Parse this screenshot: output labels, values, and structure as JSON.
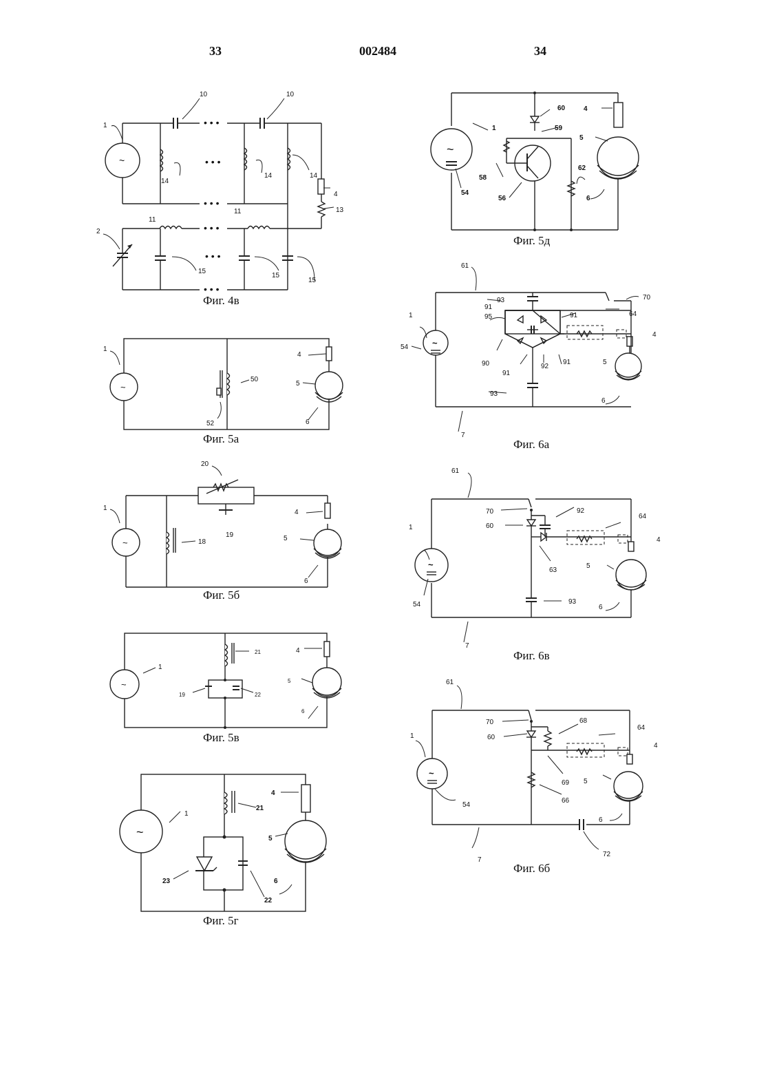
{
  "header": {
    "page_left": "33",
    "doc_number": "002484",
    "page_right": "34"
  },
  "figures": {
    "fig4v": {
      "caption": "Фиг. 4в",
      "labels": {
        "l1": "1",
        "l2": "2",
        "l10": "10",
        "l11": "11",
        "l13": "13",
        "l14": "14",
        "l15": "15",
        "l4": "4"
      }
    },
    "fig5a": {
      "caption": "Фиг. 5а",
      "labels": {
        "l1": "1",
        "l4": "4",
        "l5": "5",
        "l6": "6",
        "l50": "50",
        "l52": "52"
      }
    },
    "fig5b": {
      "caption": "Фиг. 5б",
      "labels": {
        "l1": "1",
        "l4": "4",
        "l5": "5",
        "l6": "6",
        "l18": "18",
        "l19": "19",
        "l20": "20"
      }
    },
    "fig5v": {
      "caption": "Фиг. 5в",
      "labels": {
        "l1": "1",
        "l4": "4",
        "l5": "5",
        "l6": "6",
        "l19": "19",
        "l21": "21",
        "l22": "22"
      }
    },
    "fig5g": {
      "caption": "Фиг. 5г",
      "labels": {
        "l1": "1",
        "l4": "4",
        "l5": "5",
        "l6": "6",
        "l21": "21",
        "l22": "22",
        "l23": "23"
      }
    },
    "fig5d": {
      "caption": "Фиг. 5д",
      "labels": {
        "l1": "1",
        "l4": "4",
        "l5": "5",
        "l6": "6",
        "l54": "54",
        "l56": "56",
        "l58": "58",
        "l59": "59",
        "l60": "60",
        "l62": "62"
      }
    },
    "fig6a": {
      "caption": "Фиг. 6а",
      "labels": {
        "l1": "1",
        "l4": "4",
        "l5": "5",
        "l6": "6",
        "l7": "7",
        "l54": "54",
        "l61": "61",
        "l64": "64",
        "l70": "70",
        "l90": "90",
        "l91": "91",
        "l92": "92",
        "l93": "93",
        "l95": "95"
      }
    },
    "fig6v": {
      "caption": "Фиг. 6в",
      "labels": {
        "l1": "1",
        "l4": "4",
        "l5": "5",
        "l6": "6",
        "l7": "7",
        "l54": "54",
        "l60": "60",
        "l61": "61",
        "l63": "63",
        "l64": "64",
        "l70": "70",
        "l92": "92",
        "l93": "93"
      }
    },
    "fig6b": {
      "caption": "Фиг. 6б",
      "labels": {
        "l1": "1",
        "l4": "4",
        "l5": "5",
        "l6": "6",
        "l7": "7",
        "l54": "54",
        "l60": "60",
        "l61": "61",
        "l64": "64",
        "l66": "66",
        "l68": "68",
        "l69": "69",
        "l70": "70",
        "l72": "72"
      }
    }
  }
}
